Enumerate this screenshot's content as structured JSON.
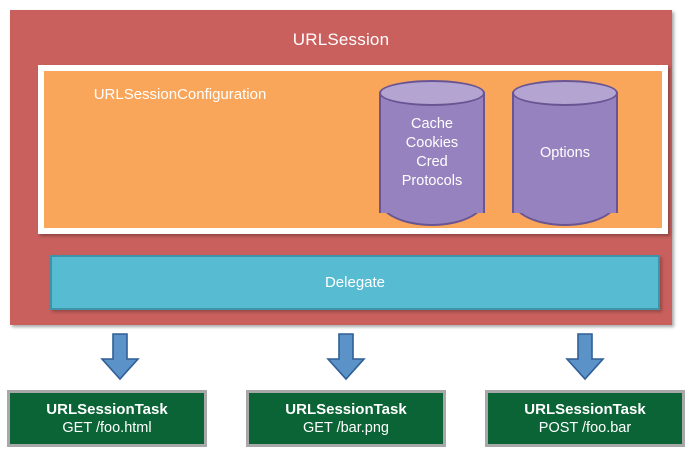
{
  "diagram": {
    "title": "URLSession",
    "session": {
      "label": "URLSession",
      "color": "#c9605e"
    },
    "configuration": {
      "label": "URLSessionConfiguration",
      "color": "#f9a65a",
      "border_color": "#ffffff"
    },
    "cylinders": [
      {
        "name": "cache-cylinder",
        "lines": [
          "Cache",
          "Cookies",
          "Cred",
          "Protocols"
        ],
        "color": "#9682bf",
        "top_color": "#b3a4d2",
        "border_color": "#6a5594"
      },
      {
        "name": "options-cylinder",
        "lines": [
          "Options"
        ],
        "color": "#9682bf",
        "top_color": "#b3a4d2",
        "border_color": "#6a5594"
      }
    ],
    "delegate": {
      "label": "Delegate",
      "color": "#57bbd2",
      "border_color": "#3f93a8"
    },
    "arrows": [
      {
        "name": "arrow-to-task-1",
        "color": "#5b92c8",
        "border_color": "#2f5f96"
      },
      {
        "name": "arrow-to-task-2",
        "color": "#5b92c8",
        "border_color": "#2f5f96"
      },
      {
        "name": "arrow-to-task-3",
        "color": "#5b92c8",
        "border_color": "#2f5f96"
      }
    ],
    "tasks": [
      {
        "title": "URLSessionTask",
        "request": "GET /foo.html",
        "color": "#0b6436",
        "border_color": "#a8a8a8"
      },
      {
        "title": "URLSessionTask",
        "request": "GET /bar.png",
        "color": "#0b6436",
        "border_color": "#a8a8a8"
      },
      {
        "title": "URLSessionTask",
        "request": "POST /foo.bar",
        "color": "#0b6436",
        "border_color": "#a8a8a8"
      }
    ]
  }
}
